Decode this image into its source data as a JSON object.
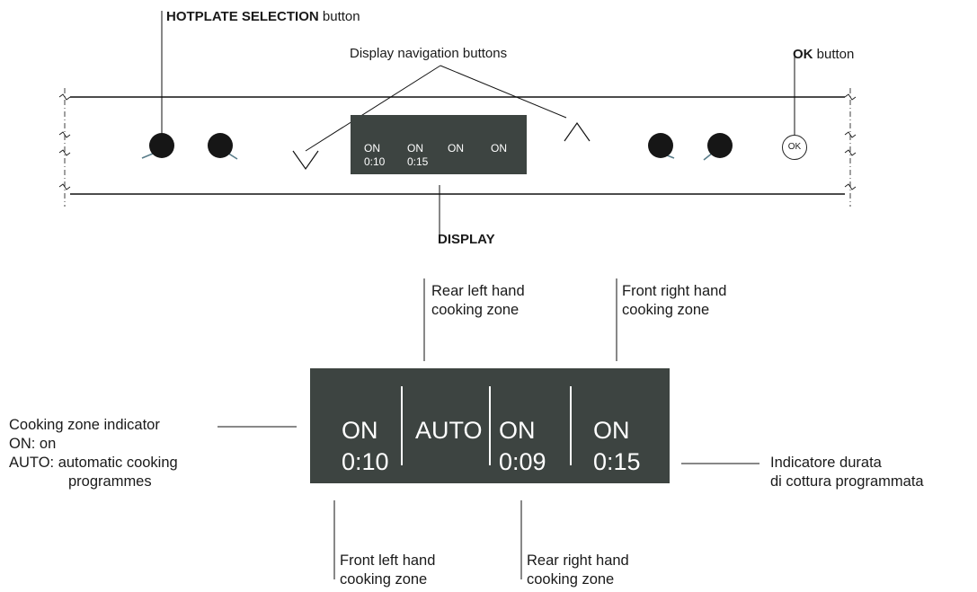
{
  "labels": {
    "hotplate_selection": {
      "bold": "HOTPLATE SELECTION",
      "rest": " button"
    },
    "nav_buttons": "Display navigation buttons",
    "ok_button": {
      "bold": "OK",
      "rest": " button"
    },
    "display": "DISPLAY",
    "rear_left": [
      "Rear left hand",
      "cooking zone"
    ],
    "front_right": [
      "Front right hand",
      "cooking zone"
    ],
    "zone_indicator": [
      "Cooking zone indicator",
      "ON: on",
      "AUTO: automatic cooking",
      "programmes"
    ],
    "duration_indicator": [
      "Indicatore durata",
      "di cottura programmata"
    ],
    "front_left": [
      "Front left hand",
      "cooking zone"
    ],
    "rear_right": [
      "Rear right hand",
      "cooking zone"
    ]
  },
  "control_panel": {
    "ok_glyph": "OK",
    "small_display": [
      {
        "status": "ON",
        "time": "0:10"
      },
      {
        "status": "ON",
        "time": "0:15"
      },
      {
        "status": "ON",
        "time": ""
      },
      {
        "status": "ON",
        "time": ""
      }
    ]
  },
  "big_display": [
    {
      "status": "ON",
      "time": "0:10"
    },
    {
      "status": "AUTO",
      "time": ""
    },
    {
      "status": "ON",
      "time": "0:09"
    },
    {
      "status": "ON",
      "time": "0:15"
    }
  ],
  "colors": {
    "display_bg": "#3d4441",
    "knob": "#161616",
    "display_text": "#ffffff"
  },
  "icons": [
    "knob-icon",
    "chevron-down-icon",
    "chevron-up-icon",
    "ok-button-icon"
  ]
}
